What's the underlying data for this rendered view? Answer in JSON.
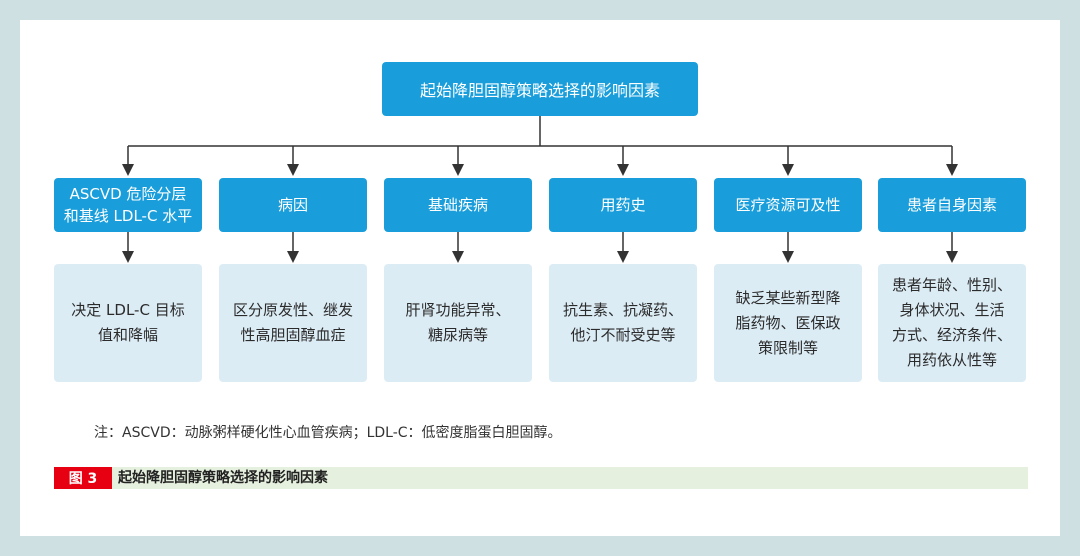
{
  "diagram": {
    "root": "起始降胆固醇策略选择的影响因素",
    "categories": [
      {
        "label": "ASCVD 危险分层\n和基线 LDL-C 水平",
        "detail": "决定 LDL-C 目标\n值和降幅"
      },
      {
        "label": "病因",
        "detail": "区分原发性、继发\n性高胆固醇血症"
      },
      {
        "label": "基础疾病",
        "detail": "肝肾功能异常、\n糖尿病等"
      },
      {
        "label": "用药史",
        "detail": "抗生素、抗凝药、\n他汀不耐受史等"
      },
      {
        "label": "医疗资源可及性",
        "detail": "缺乏某些新型降\n脂药物、医保政\n策限制等"
      },
      {
        "label": "患者自身因素",
        "detail": "患者年龄、性别、\n身体状况、生活\n方式、经济条件、\n用药依从性等"
      }
    ]
  },
  "note": "注：ASCVD：动脉粥样硬化性心血管疾病；LDL-C：低密度脂蛋白胆固醇。",
  "caption": {
    "label": "图 3",
    "title": "起始降胆固醇策略选择的影响因素"
  },
  "colors": {
    "node": "#1a9edb",
    "detail": "#dcecf5",
    "figure_label": "#e60012",
    "caption_bar": "#e6f0df"
  }
}
